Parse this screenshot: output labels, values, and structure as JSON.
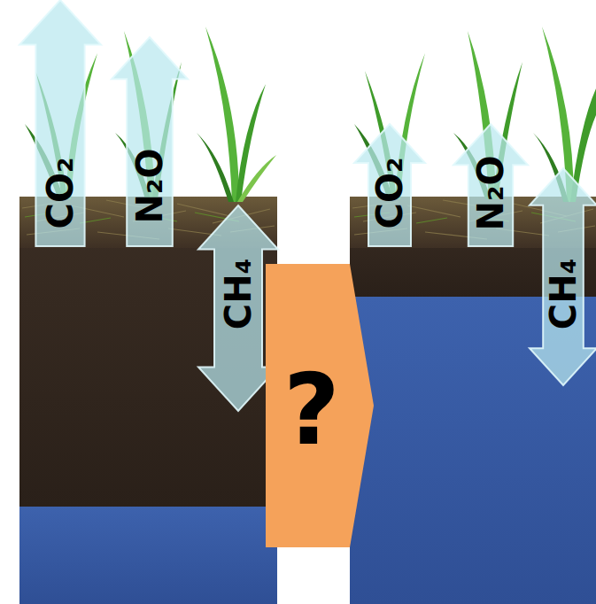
{
  "diagram": {
    "nodes": [
      {
        "text": [
          "CO₂"
        ]
      },
      {
        "text": [
          "N₂O"
        ]
      },
      {
        "text": [
          "CH₄"
        ]
      },
      {
        "text": [
          "?"
        ]
      },
      {
        "text": [
          "CO₂"
        ]
      },
      {
        "text": [
          "N₂O"
        ]
      },
      {
        "text": [
          "CH₄"
        ]
      }
    ]
  }
}
